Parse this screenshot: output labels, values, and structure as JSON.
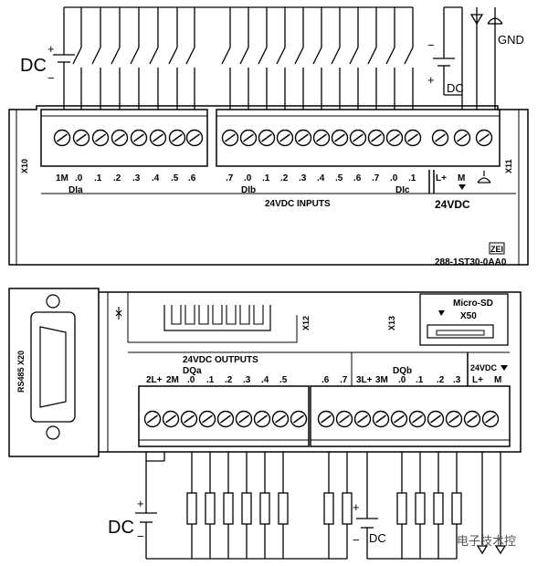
{
  "top_module": {
    "supply_left": {
      "label": "DC",
      "plus": "+",
      "minus": "−"
    },
    "supply_right": {
      "label": "DC",
      "plus": "+",
      "minus": "−"
    },
    "gnd_label": "GND",
    "connector_left": "X10",
    "connector_right": "X11",
    "group_a_terminals": [
      "1M",
      ".0",
      ".1",
      ".2",
      ".3",
      ".4",
      ".5",
      ".6"
    ],
    "group_b_terminals": [
      ".7",
      ".0",
      ".1",
      ".2",
      ".3",
      ".4",
      ".5",
      ".6",
      ".7",
      ".0",
      ".1",
      "L+",
      "M"
    ],
    "group_labels": {
      "a": "DIa",
      "b": "DIb",
      "c": "DIc"
    },
    "inputs_title": "24VDC INPUTS",
    "power_label": "24VDC",
    "part_number": "288-1ST30-0AA0",
    "mark": "ZEI"
  },
  "bottom_module": {
    "port_label": "RS485 X20",
    "connector_x12": "X12",
    "connector_x13": "X13",
    "sd_label": "Micro-SD",
    "sd_connector": "X50",
    "outputs_title": "24VDC OUTPUTS",
    "group_labels": {
      "a": "DQa",
      "b": "DQb"
    },
    "group_a_terminals": [
      "2L+",
      "2M",
      ".0",
      ".1",
      ".2",
      ".3",
      ".4",
      ".5",
      ".6",
      ".7"
    ],
    "group_b_terminals": [
      "3L+",
      "3M",
      ".0",
      ".1",
      ".2",
      ".3"
    ],
    "power_label": "24VDC",
    "power_terminals": [
      "L+",
      "M"
    ],
    "supply_left": {
      "label": "DC",
      "plus": "+",
      "minus": "−"
    },
    "supply_right": {
      "label": "DC",
      "plus": "+",
      "minus": "−"
    }
  },
  "watermark": "电子技术控"
}
